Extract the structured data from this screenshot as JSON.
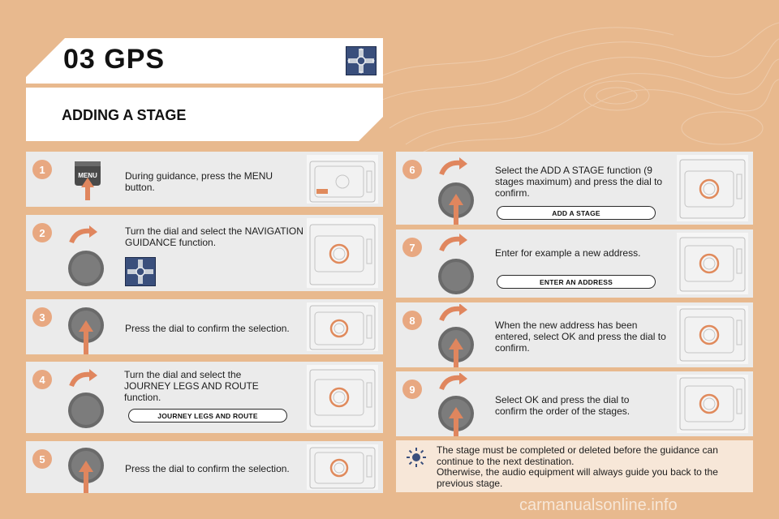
{
  "header": {
    "title": "03 GPS"
  },
  "section": {
    "title": "ADDING A STAGE"
  },
  "steps": [
    {
      "number": "1",
      "text": "During guidance, press the MENU button.",
      "icon": "menu-button-icon",
      "button_label": "MENU"
    },
    {
      "number": "2",
      "text": "Turn the dial and select the NAVIGATION GUIDANCE function.",
      "icon": "turn-dial-icon"
    },
    {
      "number": "3",
      "text": "Press the dial to confirm the selection.",
      "icon": "press-dial-icon"
    },
    {
      "number": "4",
      "text": "Turn the dial and select the JOURNEY LEGS AND ROUTE function.",
      "icon": "turn-dial-icon",
      "option": "JOURNEY LEGS AND ROUTE"
    },
    {
      "number": "5",
      "text": "Press the dial to confirm the selection.",
      "icon": "press-dial-icon"
    },
    {
      "number": "6",
      "text": "Select the ADD A STAGE function (9 stages maximum) and press the dial to confirm.",
      "icon": "turn-press-dial-icon",
      "option": "ADD A STAGE"
    },
    {
      "number": "7",
      "text": "Enter for example a new address.",
      "icon": "turn-press-dial-icon",
      "option": "ENTER AN ADDRESS"
    },
    {
      "number": "8",
      "text": "When the new address has been entered, select OK and press the dial to confirm.",
      "icon": "turn-press-dial-icon"
    },
    {
      "number": "9",
      "text": "Select OK and press the dial to confirm the order of the stages.",
      "icon": "turn-press-dial-icon"
    }
  ],
  "note": {
    "line1": "The stage must be completed or deleted before the guidance can continue to the next destination.",
    "line2": "Otherwise, the audio equipment will always guide you back to the previous stage."
  },
  "colors": {
    "background": "#e8b98e",
    "accent": "#e8a881",
    "navy": "#3a4f7c",
    "panel": "#ebebeb"
  },
  "watermark": "carmanualsonline.info"
}
